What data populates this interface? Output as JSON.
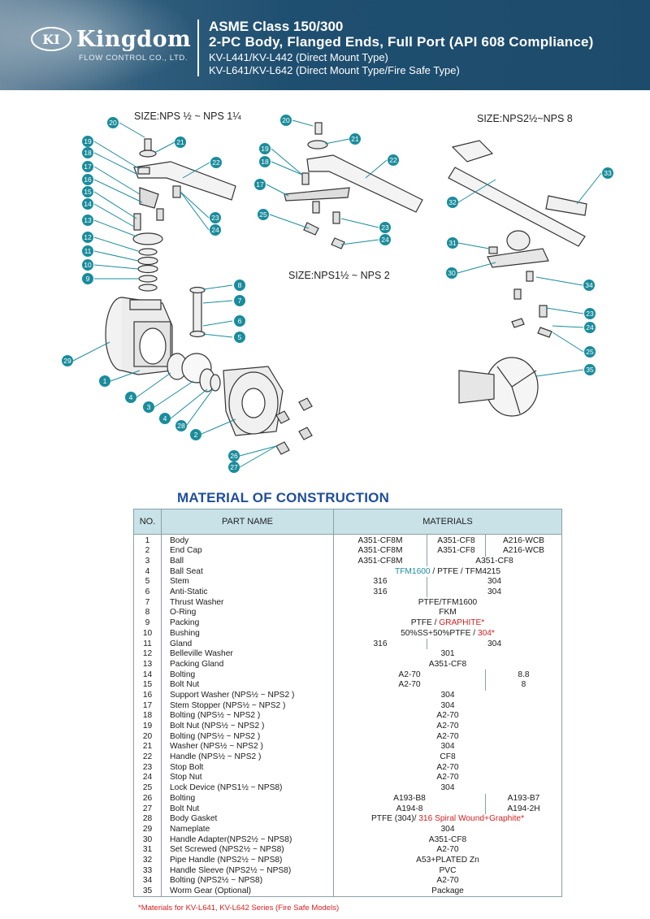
{
  "header": {
    "logo_badge": "KI",
    "logo_name": "Kingdom",
    "logo_sub": "FLOW CONTROL CO., LTD.",
    "title_1": "ASME Class 150/300",
    "title_2": "2-PC Body, Flanged Ends, Full Port (API 608 Compliance)",
    "title_3": "KV-L441/KV-L442 (Direct Mount Type)",
    "title_4": "KV-L641/KV-L642 (Direct Mount Type/Fire Safe Type)"
  },
  "diagram": {
    "size_label_1": "SIZE:NPS ½ ~ NPS 1¼",
    "size_label_2": "SIZE:NPS1½ ~ NPS 2",
    "size_label_3": "SIZE:NPS2½~NPS 8"
  },
  "table": {
    "title": "MATERIAL OF CONSTRUCTION",
    "col_no": "NO.",
    "col_part": "PART NAME",
    "col_materials": "MATERIALS",
    "rows": [
      {
        "no": "1",
        "name": "Body",
        "m": [
          "A351-CF8M",
          "A351-CF8",
          "A216-WCB"
        ]
      },
      {
        "no": "2",
        "name": "End Cap",
        "m": [
          "A351-CF8M",
          "A351-CF8",
          "A216-WCB"
        ]
      },
      {
        "no": "3",
        "name": "Ball",
        "m": [
          "A351-CF8M",
          "A351-CF8"
        ]
      },
      {
        "no": "4",
        "name": "Ball Seat",
        "m": [
          "TFM1600",
          " / PTFE / TFM4215"
        ]
      },
      {
        "no": "5",
        "name": "Stem",
        "m": [
          "316",
          "304"
        ]
      },
      {
        "no": "6",
        "name": "Anti-Static",
        "m": [
          "316",
          "304"
        ]
      },
      {
        "no": "7",
        "name": "Thrust Washer",
        "m": [
          "PTFE/TFM1600"
        ]
      },
      {
        "no": "8",
        "name": "O-Ring",
        "m": [
          "FKM"
        ]
      },
      {
        "no": "9",
        "name": "Packing",
        "m": [
          "PTFE / ",
          "GRAPHITE*"
        ]
      },
      {
        "no": "10",
        "name": "Bushing",
        "m": [
          "50%SS+50%PTFE / ",
          "304*"
        ]
      },
      {
        "no": "11",
        "name": "Gland",
        "m": [
          "316",
          "304"
        ]
      },
      {
        "no": "12",
        "name": "Belleville Washer",
        "m": [
          "301"
        ]
      },
      {
        "no": "13",
        "name": "Packing Gland",
        "m": [
          "A351-CF8"
        ]
      },
      {
        "no": "14",
        "name": "Bolting",
        "m": [
          "A2-70",
          "8.8"
        ]
      },
      {
        "no": "15",
        "name": "Bolt Nut",
        "m": [
          "A2-70",
          "8"
        ]
      },
      {
        "no": "16",
        "name": "Support Washer (NPS½ ~ NPS2 )",
        "m": [
          "304"
        ]
      },
      {
        "no": "17",
        "name": "Stem Stopper (NPS½ ~ NPS2 )",
        "m": [
          "304"
        ]
      },
      {
        "no": "18",
        "name": "Bolting  (NPS½ ~ NPS2 )",
        "m": [
          "A2-70"
        ]
      },
      {
        "no": "19",
        "name": "Bolt Nut (NPS½ ~ NPS2 )",
        "m": [
          "A2-70"
        ]
      },
      {
        "no": "20",
        "name": "Bolting  (NPS½ ~ NPS2 )",
        "m": [
          "A2-70"
        ]
      },
      {
        "no": "21",
        "name": "Washer  (NPS½ ~ NPS2 )",
        "m": [
          "304"
        ]
      },
      {
        "no": "22",
        "name": "Handle  (NPS½ ~ NPS2 )",
        "m": [
          "CF8"
        ]
      },
      {
        "no": "23",
        "name": "Stop Bolt",
        "m": [
          "A2-70"
        ]
      },
      {
        "no": "24",
        "name": "Stop Nut",
        "m": [
          "A2-70"
        ]
      },
      {
        "no": "25",
        "name": "Lock Device (NPS1½ ~ NPS8)",
        "m": [
          "304"
        ]
      },
      {
        "no": "26",
        "name": "Bolting",
        "m": [
          "A193-B8",
          "A193-B7"
        ]
      },
      {
        "no": "27",
        "name": "Bolt Nut",
        "m": [
          "A194-8",
          "A194-2H"
        ]
      },
      {
        "no": "28",
        "name": "Body Gasket",
        "m": [
          "PTFE (304)/ ",
          "316 Spiral Wound+Graphite*"
        ]
      },
      {
        "no": "29",
        "name": "Nameplate",
        "m": [
          "304"
        ]
      },
      {
        "no": "30",
        "name": "Handle Adapter(NPS2½ ~ NPS8)",
        "m": [
          "A351-CF8"
        ]
      },
      {
        "no": "31",
        "name": "Set Screwed    (NPS2½ ~ NPS8)",
        "m": [
          "A2-70"
        ]
      },
      {
        "no": "32",
        "name": "Pipe Handle     (NPS2½ ~ NPS8)",
        "m": [
          "A53+PLATED Zn"
        ]
      },
      {
        "no": "33",
        "name": "Handle Sleeve  (NPS2½ ~ NPS8)",
        "m": [
          "PVC"
        ]
      },
      {
        "no": "34",
        "name": "Bolting           (NPS2½ ~ NPS8)",
        "m": [
          "A2-70"
        ]
      },
      {
        "no": "35",
        "name": "Worm Gear    (Optional)",
        "m": [
          "Package"
        ]
      }
    ]
  },
  "footnote": "*Materials for KV-L641, KV-L642 Series (Fire Safe Models)",
  "colors": {
    "header_bg": "#1d4b6b",
    "title_blue": "#1f4e9a",
    "table_head": "#c8e2e8",
    "callout": "#1a8c9c",
    "red": "#d32020"
  }
}
